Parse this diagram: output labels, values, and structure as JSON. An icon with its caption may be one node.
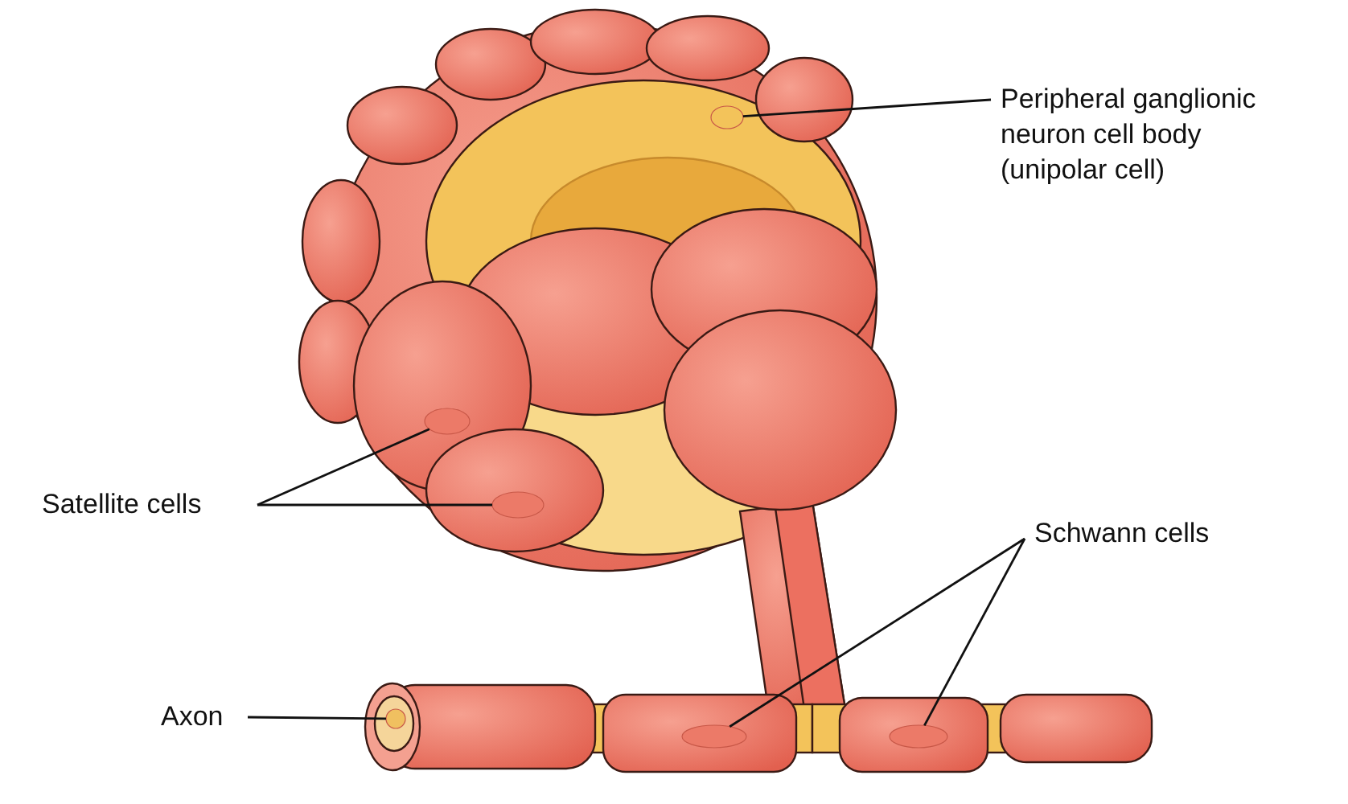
{
  "diagram": {
    "nodes": [
      {
        "text": [
          "Peripheral ganglionic neuron cell body (unipolar cell)"
        ]
      },
      {
        "text": [
          "Satellite cells"
        ]
      },
      {
        "text": [
          "Schwann cells"
        ]
      },
      {
        "text": [
          "Axon"
        ]
      },
      {
        "text": [],
        "shape": "circle"
      },
      {
        "text": [],
        "shape": "circle"
      },
      {
        "text": [],
        "shape": "circle"
      },
      {
        "text": [],
        "shape": "circle"
      },
      {
        "text": [],
        "shape": "circle"
      },
      {
        "text": [],
        "shape": "circle"
      }
    ],
    "edges": [
      {
        "from": 0,
        "to": 4,
        "arrow": "none"
      },
      {
        "from": 1,
        "to": 5,
        "arrow": "none"
      },
      {
        "from": 1,
        "to": 6,
        "arrow": "none"
      },
      {
        "from": 2,
        "to": 7,
        "arrow": "none"
      },
      {
        "from": 2,
        "to": 8,
        "arrow": "none"
      },
      {
        "from": 3,
        "to": 9,
        "arrow": "none"
      }
    ]
  }
}
